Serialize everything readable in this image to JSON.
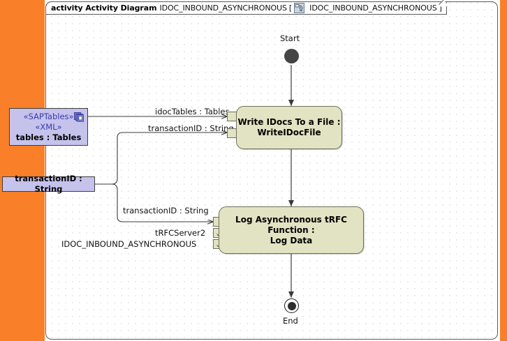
{
  "header": {
    "keyword": "activity Activity Diagram",
    "name": "IDOC_INBOUND_ASYNCHRONOUS",
    "bracket_open": "[",
    "icon": "activity-diagram-icon",
    "qualified_name": "IDOC_INBOUND_ASYNCHRONOUS",
    "bracket_close": "]"
  },
  "colors": {
    "selection_band": "#f97f28",
    "object_node_fill": "#c5c3eb",
    "action_fill": "#e2e3c2",
    "stereotype_text": "#3a3ab0",
    "initial_node": "#454545"
  },
  "nodes": {
    "start": {
      "label": "Start",
      "type": "initial-node"
    },
    "end": {
      "label": "End",
      "type": "final-node"
    },
    "write_idocs": {
      "line1": "Write IDocs To a File :",
      "line2": "WriteIDocFile",
      "pins": [
        {
          "name": "pin-idoc-tables",
          "glyph": ""
        },
        {
          "name": "pin-transaction-id",
          "glyph": ""
        }
      ]
    },
    "log_trfc": {
      "line1": "Log Asynchronous tRFC Function :",
      "line2": "Log Data",
      "pins": [
        {
          "name": "pin-transaction-id",
          "glyph": ""
        },
        {
          "name": "pin-trfc-server2",
          "glyph": "⌄"
        },
        {
          "name": "pin-idoc-inbound-asynchronous",
          "glyph": "⌄"
        }
      ]
    },
    "sap_tables": {
      "stereotype1": "«SAPTables»",
      "stereotype2": "«XML»",
      "label": "tables : Tables",
      "icon": "stacked-copies-icon"
    },
    "transaction_id": {
      "label": "transactionID : String"
    }
  },
  "edge_labels": {
    "idoc_tables": "idocTables : Tables",
    "transaction_id_top": "transactionID : String",
    "transaction_id_bottom": "transactionID : String"
  },
  "pin_labels": {
    "trfc_server2": "tRFCServer2",
    "idoc_inbound_asynchronous": "IDOC_INBOUND_ASYNCHRONOUS"
  }
}
